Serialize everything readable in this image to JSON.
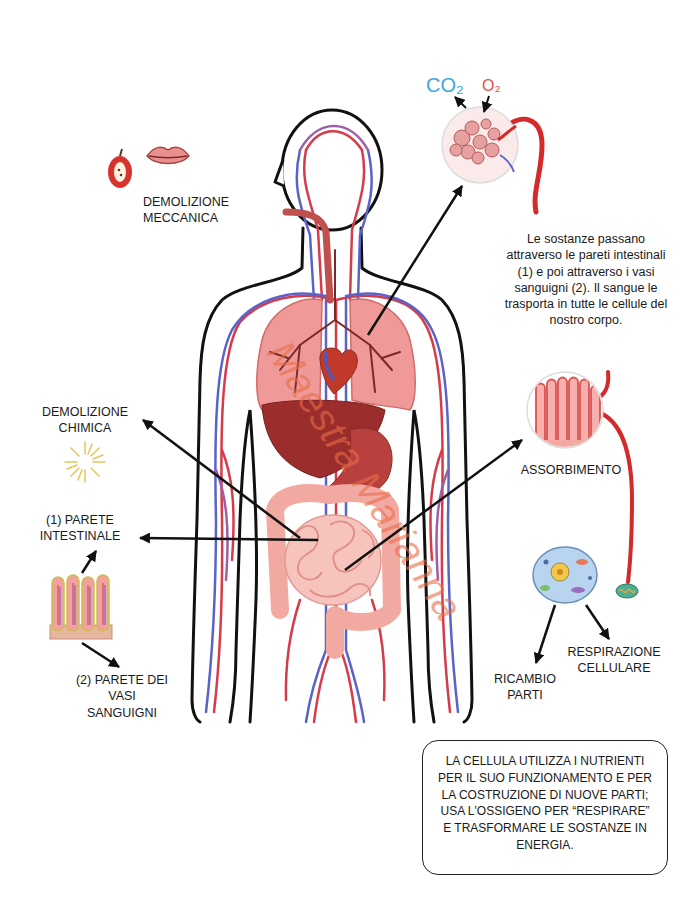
{
  "diagram": {
    "nodes": [
      {
        "text": [
          "LA CELLULA UTILIZZA I NUTRIENTI PER IL SUO FUNZIONAMENTO E PER LA COSTRUZIONE DI NUOVE PARTI; USA L'OSSIGENO PER “RESPIRARE” E TRASFORMARE LE SOSTANZE IN ENERGIA."
        ]
      }
    ],
    "labels": [
      "DEMOLIZIONE MECCANICA",
      "CO₂",
      "O₂",
      "Le sostanze passano attraverso le pareti intestinali (1) e poi attraverso i vasi sanguigni (2). Il sangue le trasporta in tutte le cellule del nostro corpo.",
      "DEMOLIZIONE CHIMICA",
      "ASSORBIMENTO",
      "(1) PARETE INTESTINALE",
      "RESPIRAZIONE CELLULARE",
      "RICAMBIO PARTI",
      "(2) PARETE DEI VASI SANGUIGNI",
      "Maestra Marianna"
    ]
  }
}
